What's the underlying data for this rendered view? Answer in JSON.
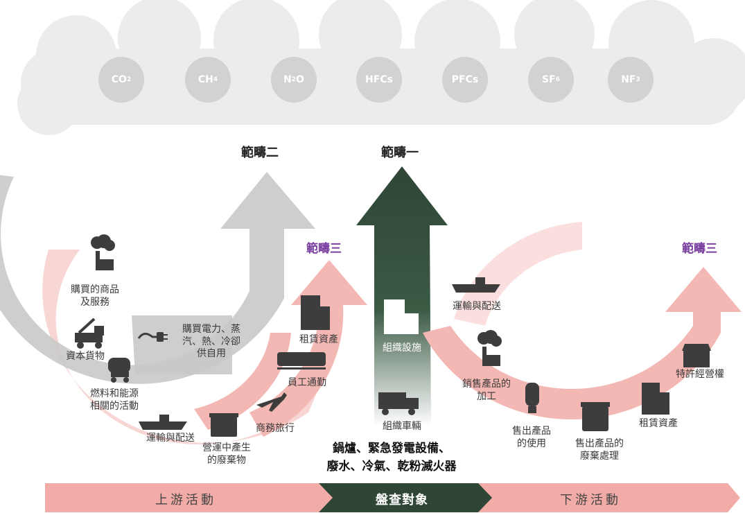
{
  "gases": [
    {
      "base": "CO",
      "sub": "2",
      "name": "CO2"
    },
    {
      "base": "CH",
      "sub": "4",
      "name": "CH4"
    },
    {
      "pre": "N",
      "sub": "2",
      "base": "O",
      "name": "N2O"
    },
    {
      "base": "HFCs",
      "name": "HFCs"
    },
    {
      "base": "PFCs",
      "name": "PFCs"
    },
    {
      "base": "SF",
      "sub": "6",
      "name": "SF6"
    },
    {
      "base": "NF",
      "sub": "3",
      "name": "NF3"
    }
  ],
  "scopes": {
    "scope2": "範疇二",
    "scope1": "範疇一",
    "scope3_left": "範疇三",
    "scope3_right": "範疇三"
  },
  "upstream_items": {
    "purchased_goods": "購買的商品\n及服務",
    "capital_goods": "資本貨物",
    "fuel_energy": "燃料和能源\n相關的活動",
    "transport_upstream": "運輸與配送",
    "waste_operations": "營運中產生\n的廢棄物",
    "business_travel": "商務旅行",
    "employee_commuting": "員工通勤",
    "leased_assets_upstream": "租賃資產",
    "purchased_electricity": "購買電力、蒸\n汽、熱、冷卻\n供自用"
  },
  "center_items": {
    "facilities": "組織設施",
    "vehicles": "組織車輛",
    "sources": "鍋爐、緊急發電設備、\n廢水、冷氣、乾粉滅火器"
  },
  "downstream_items": {
    "transport_downstream": "運輸與配送",
    "processing": "銷售產品的\n加工",
    "use_of_products": "售出產品\n的使用",
    "end_of_life": "售出產品的\n廢棄處理",
    "leased_assets_downstream": "租賃資產",
    "franchises": "特許經營權"
  },
  "band": {
    "upstream": "上游活動",
    "inventory": "盤查對象",
    "downstream": "下游活動"
  },
  "colors": {
    "cloud": "#ebebeb",
    "gas_circle": "#d2d2d2",
    "gray_arrow": "#c8c8c8",
    "pink_arrow": "#f4b8b4",
    "green_arrow": "#2f4636",
    "band_pink": "#f0aaa6",
    "band_green": "#2f4636",
    "icon": "#3d3d3d",
    "scope3_text": "#7b3fa0"
  }
}
